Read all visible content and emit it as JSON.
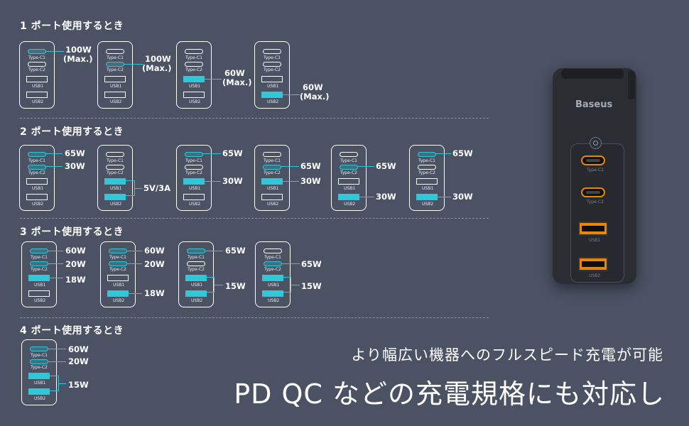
{
  "headings": {
    "one_port": "1 ポート使用するとき",
    "two_port": "2 ポート使用するとき",
    "three_port": "3 ポート使用するとき",
    "four_port": "4 ポート使用するとき"
  },
  "port_labels": {
    "c1": "Type-C1",
    "c2": "Type-C2",
    "usb1": "USB1",
    "usb2": "USB2"
  },
  "watts": {
    "w100": "100W",
    "max": "(Max.)",
    "w60": "60W",
    "w65": "65W",
    "w30": "30W",
    "w20": "20W",
    "w18": "18W",
    "w15": "15W",
    "w5v3a": "5V/3A"
  },
  "product": {
    "brand": "Baseus",
    "port_c1": "Type-C1",
    "port_c2": "Type-C2",
    "port_usb1": "USB1",
    "port_usb2": "USB2"
  },
  "tagline": "より幅広い機器へのフルスピード充電が可能",
  "headline": "PD QC などの充電規格にも対応し",
  "colors": {
    "background": "#4a5263",
    "active_port": "#2ec8d8",
    "charger_body": "#2a2d31",
    "charger_accent": "#e8850a"
  }
}
